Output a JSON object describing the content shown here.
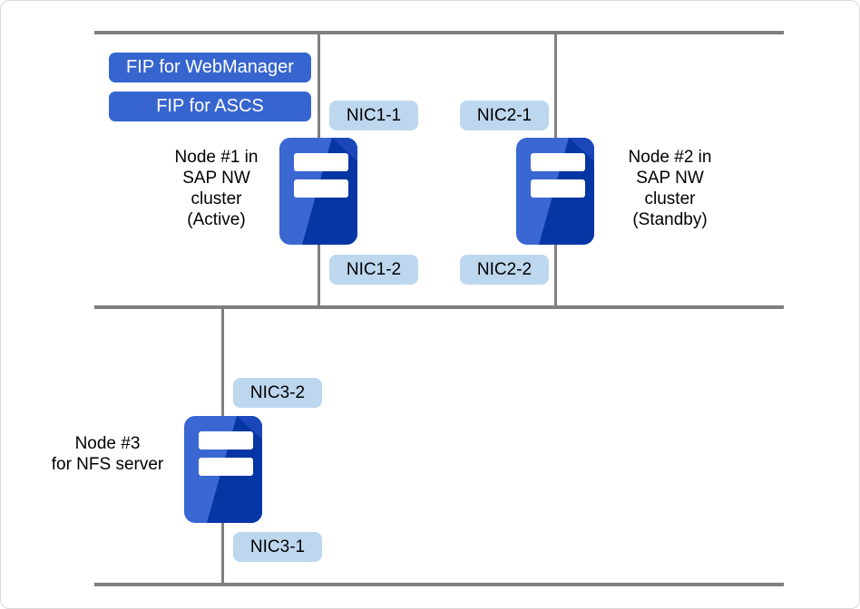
{
  "diagram": {
    "fips": [
      {
        "label": "FIP for WebManager"
      },
      {
        "label": "FIP for ASCS"
      }
    ],
    "nics": {
      "nic1_1": "NIC1-1",
      "nic2_1": "NIC2-1",
      "nic1_2": "NIC1-2",
      "nic2_2": "NIC2-2",
      "nic3_2": "NIC3-2",
      "nic3_1": "NIC3-1"
    },
    "nodes": [
      {
        "lines": [
          "Node #1 in",
          "SAP NW",
          "cluster",
          "(Active)"
        ]
      },
      {
        "lines": [
          "Node #2 in",
          "SAP NW",
          "cluster",
          "(Standby)"
        ]
      },
      {
        "lines": [
          "Node #3",
          "for NFS server"
        ]
      }
    ],
    "colors": {
      "line": "#7f7f7f",
      "fip_bg": "#3765cf",
      "nic_bg": "#bdd7ee",
      "server_light": "#3a67d2",
      "server_dark": "#0636a3",
      "server_gloss": "#1c47ba"
    }
  }
}
